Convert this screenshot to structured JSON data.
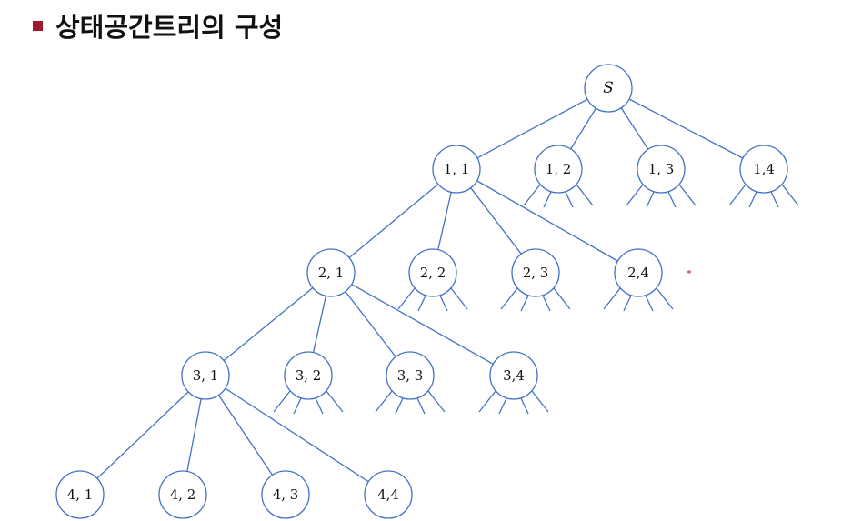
{
  "title": "상태공간트리의 구성",
  "colors": {
    "bullet": "#a0182e",
    "edge": "#4472c4",
    "node_stroke": "#4472c4",
    "marker": "#c00000"
  },
  "tree": {
    "root": "S",
    "level1": [
      "1, 1",
      "1, 2",
      "1, 3",
      "1,4"
    ],
    "level2": [
      "2, 1",
      "2, 2",
      "2, 3",
      "2,4"
    ],
    "level3": [
      "3, 1",
      "3, 2",
      "3, 3",
      "3,4"
    ],
    "level4": [
      "4, 1",
      "4, 2",
      "4, 3",
      "4,4"
    ]
  },
  "marker": "*"
}
